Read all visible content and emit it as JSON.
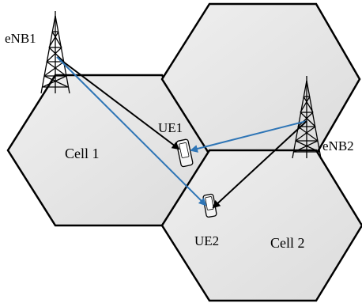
{
  "diagram": {
    "cells": [
      {
        "label": "Cell 1"
      },
      {
        "label": ""
      },
      {
        "label": "Cell 2"
      }
    ],
    "base_stations": [
      {
        "label": "eNB1"
      },
      {
        "label": "eNB2"
      }
    ],
    "user_equipment": [
      {
        "label": "UE1"
      },
      {
        "label": "UE2"
      }
    ],
    "colors": {
      "cell_fill": "#e8e8e8",
      "cell_stroke": "#000000",
      "serving_link": "#000000",
      "interference_link": "#2e75b6"
    }
  }
}
